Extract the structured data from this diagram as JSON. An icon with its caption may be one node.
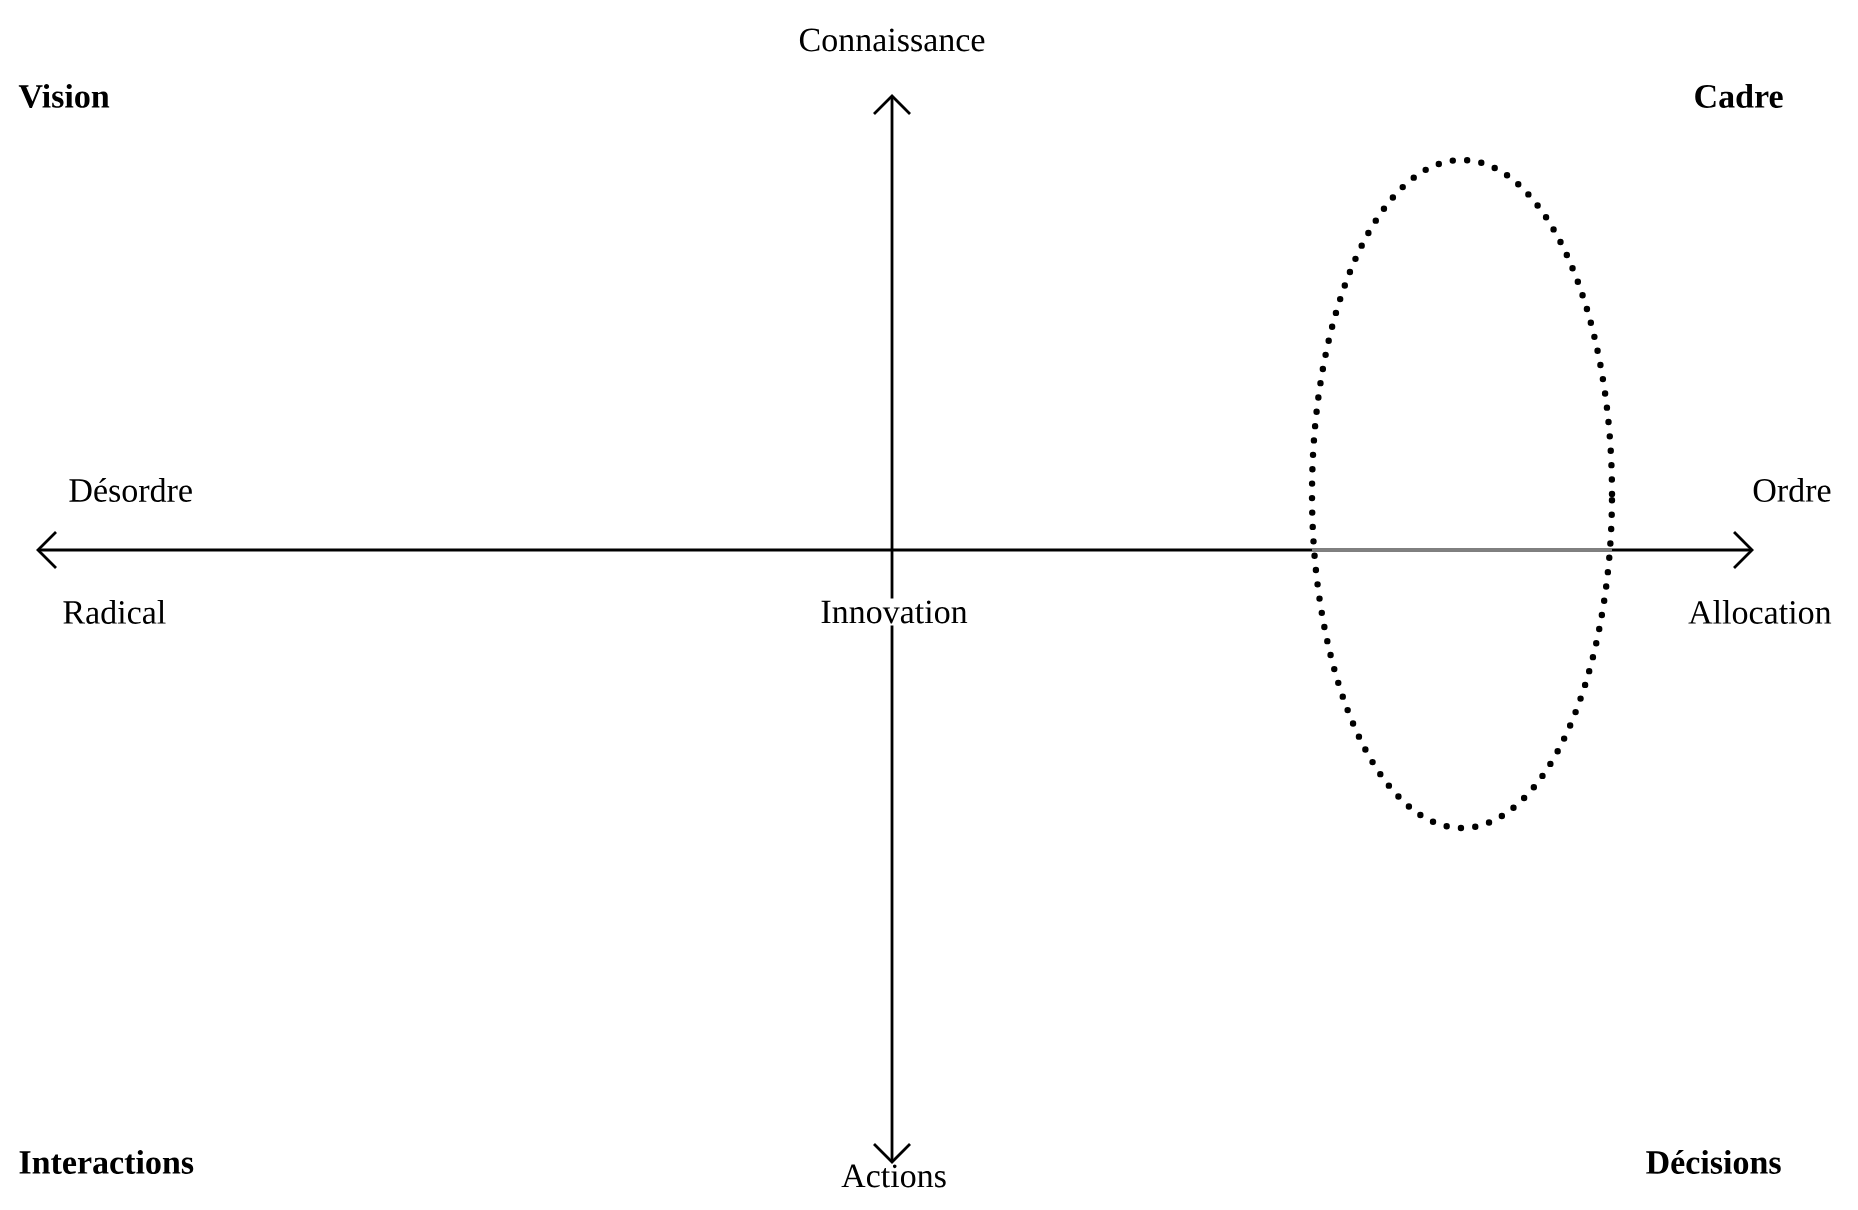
{
  "diagram": {
    "labels": [
      "Connaissance",
      "Vision",
      "Cadre",
      "Désordre",
      "Ordre",
      "Radical",
      "Innovation",
      "Allocation",
      "Interactions",
      "Décisions",
      "Actions"
    ]
  }
}
